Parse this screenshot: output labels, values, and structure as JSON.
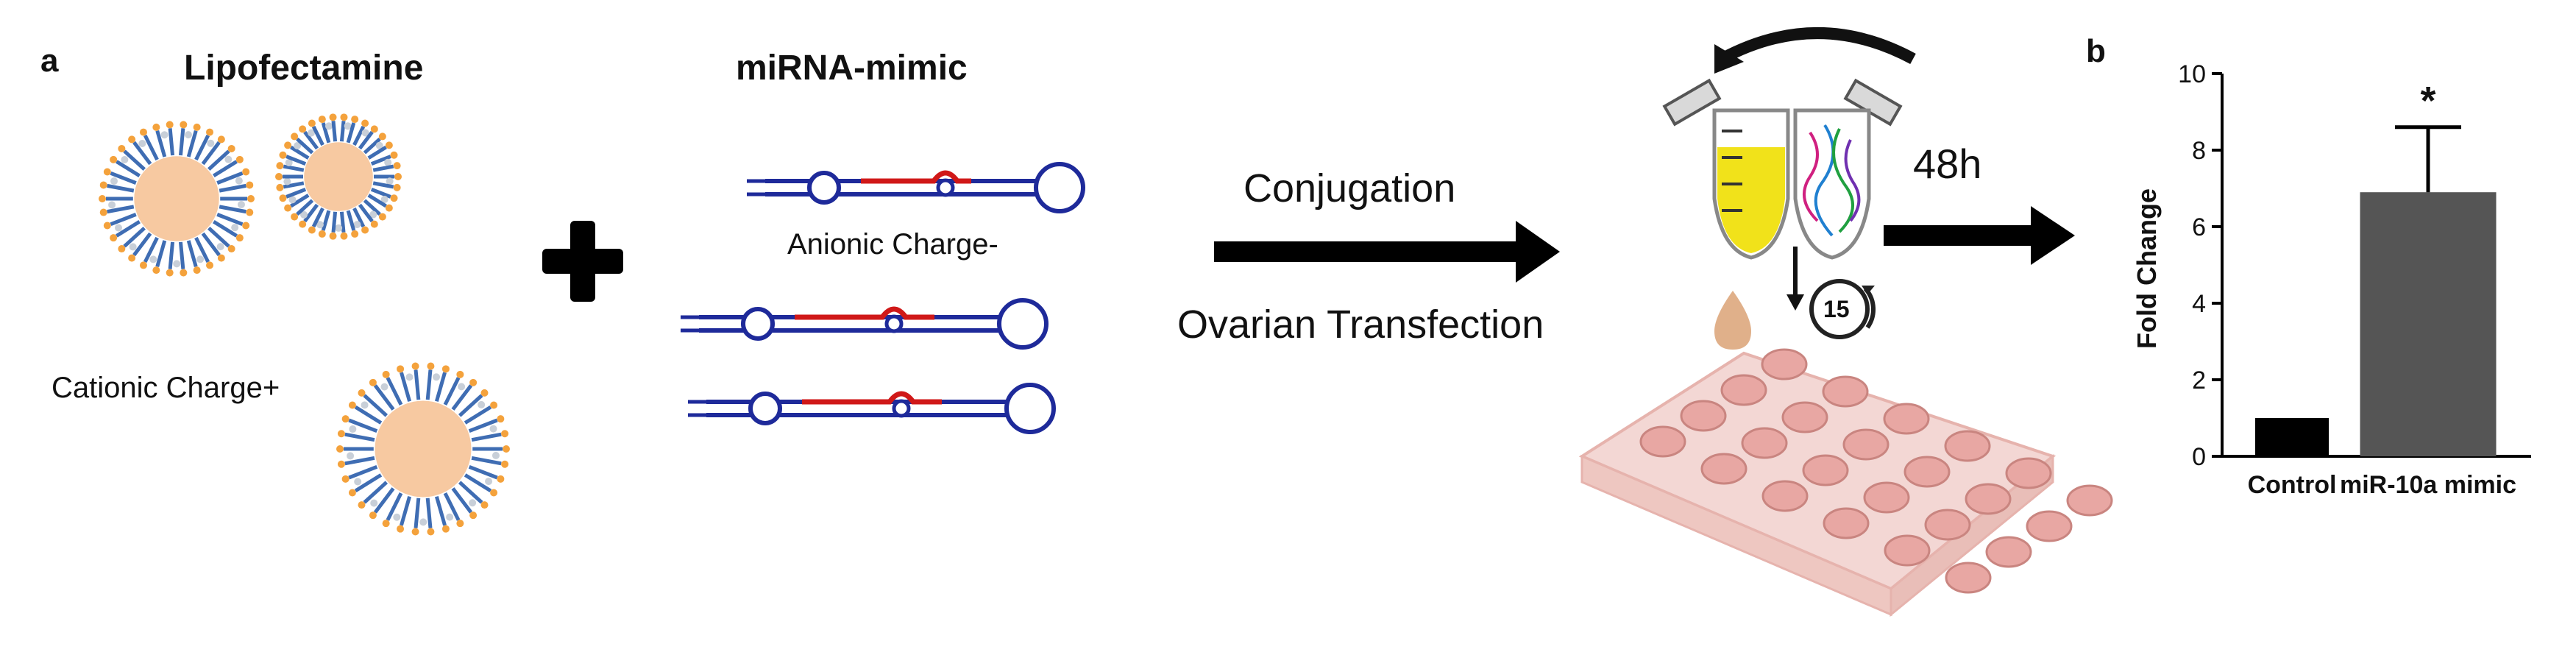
{
  "panel_a": {
    "letter": "a",
    "lipofectamine_title": "Lipofectamine",
    "cationic_label": "Cationic Charge+",
    "mirna_title": "miRNA-mimic",
    "anionic_label": "Anionic Charge-",
    "step_top": "Conjugation",
    "step_bottom": "Ovarian Transfection",
    "timer_value": "15",
    "incubation": "48h"
  },
  "panel_b": {
    "letter": "b",
    "significance_mark": "*"
  },
  "colors": {
    "lipid_tail": "#3f6db3",
    "lipid_head": "#f4a23c",
    "core": "#f7c9a1",
    "rna_backbone": "#1e2a9a",
    "rna_mimic": "#d01818",
    "well_pink": "#e8a7a3",
    "tube_yellow": "#f1e21a",
    "bar_control": "#000000",
    "bar_mimic": "#555555"
  },
  "chart_data": {
    "type": "bar",
    "categories": [
      "Control",
      "miR-10a mimic"
    ],
    "values": [
      1.0,
      6.9
    ],
    "error": [
      0,
      1.7
    ],
    "ylabel": "Fold Change",
    "xlabel": "",
    "ylim": [
      0,
      10
    ],
    "yticks": [
      0,
      2,
      4,
      6,
      8,
      10
    ],
    "grid": false
  }
}
